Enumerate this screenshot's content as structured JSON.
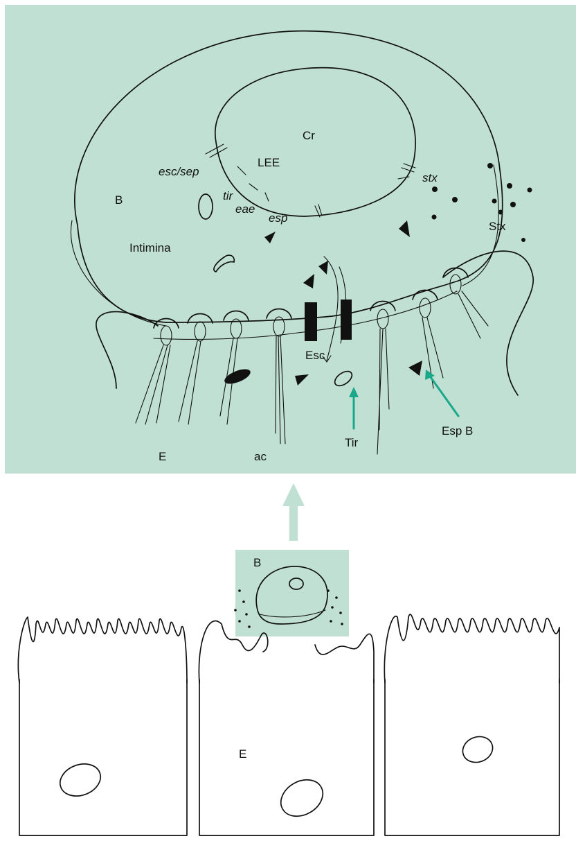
{
  "colors": {
    "panel_fill": "#bfe0d2",
    "accent_arrow": "#1aa88a",
    "up_arrow": "#bfe0d2",
    "ink": "#111111"
  },
  "zoom_panel": {
    "labels": {
      "cr": "Cr",
      "lee": "LEE",
      "esc_sep": "esc/sep",
      "tir_gene": "tir",
      "eae": "eae",
      "esp": "esp",
      "stx_gene": "stx",
      "b": "B",
      "intimina": "Intimina",
      "stx_toxin": "Stx",
      "esc": "Esc",
      "tir_protein": "Tir",
      "esp_b": "Esp B",
      "e": "E",
      "ac": "ac"
    }
  },
  "overview": {
    "labels": {
      "b": "B",
      "e": "E"
    }
  }
}
